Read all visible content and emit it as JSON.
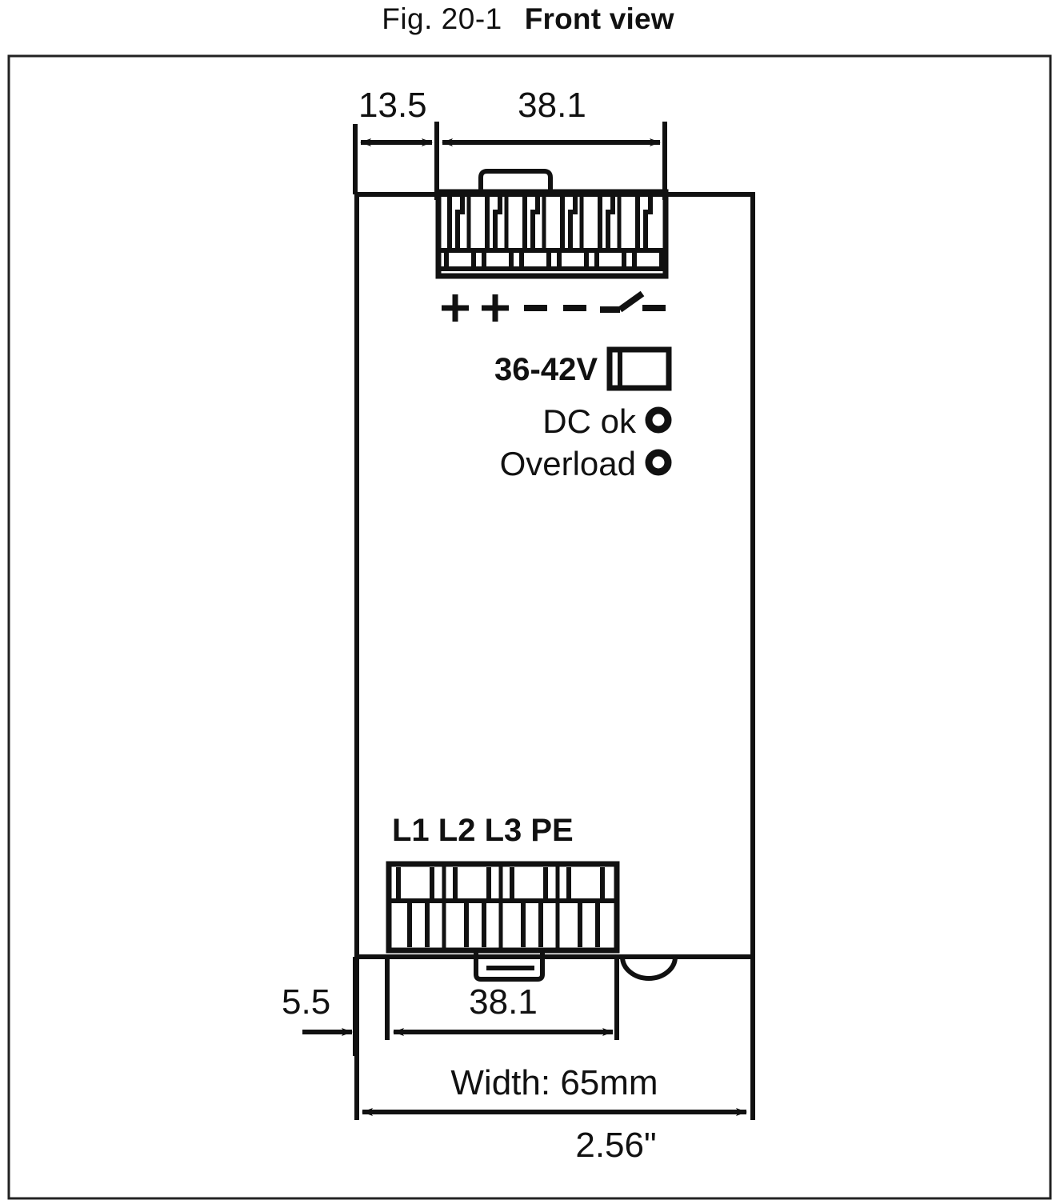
{
  "figure": {
    "number": "Fig. 20-1",
    "name": "Front view",
    "type": "mechanical-dimension-drawing",
    "subject": "DIN-rail power supply front panel"
  },
  "dimensions": {
    "top_left": "13.5",
    "top_right": "38.1",
    "bottom_left": "5.5",
    "bottom_right": "38.1",
    "overall_mm": "Width: 65mm",
    "overall_in": "2.56\"",
    "unit_note": "mm"
  },
  "output_connector": {
    "position_count": 6,
    "polarity_symbols": [
      "+",
      "+",
      "–",
      "–",
      "relay-contact",
      "–"
    ],
    "symbol_names": [
      "plus",
      "plus",
      "minus",
      "minus",
      "relay-contact-icon",
      "minus"
    ]
  },
  "input_connector": {
    "position_count": 4,
    "labels": [
      "L1",
      "L2",
      "L3",
      "PE"
    ],
    "labels_combined": "L1 L2 L3 PE"
  },
  "front_panel": {
    "voltage_adjust_label": "36-42V",
    "voltage_adjust_icon": "potentiometer-icon",
    "indicators": [
      {
        "label": "DC ok",
        "icon": "led-circle-icon"
      },
      {
        "label": "Overload",
        "icon": "led-circle-icon"
      }
    ]
  },
  "colors": {
    "line": "#111111",
    "background": "#ffffff",
    "text": "#111111"
  }
}
